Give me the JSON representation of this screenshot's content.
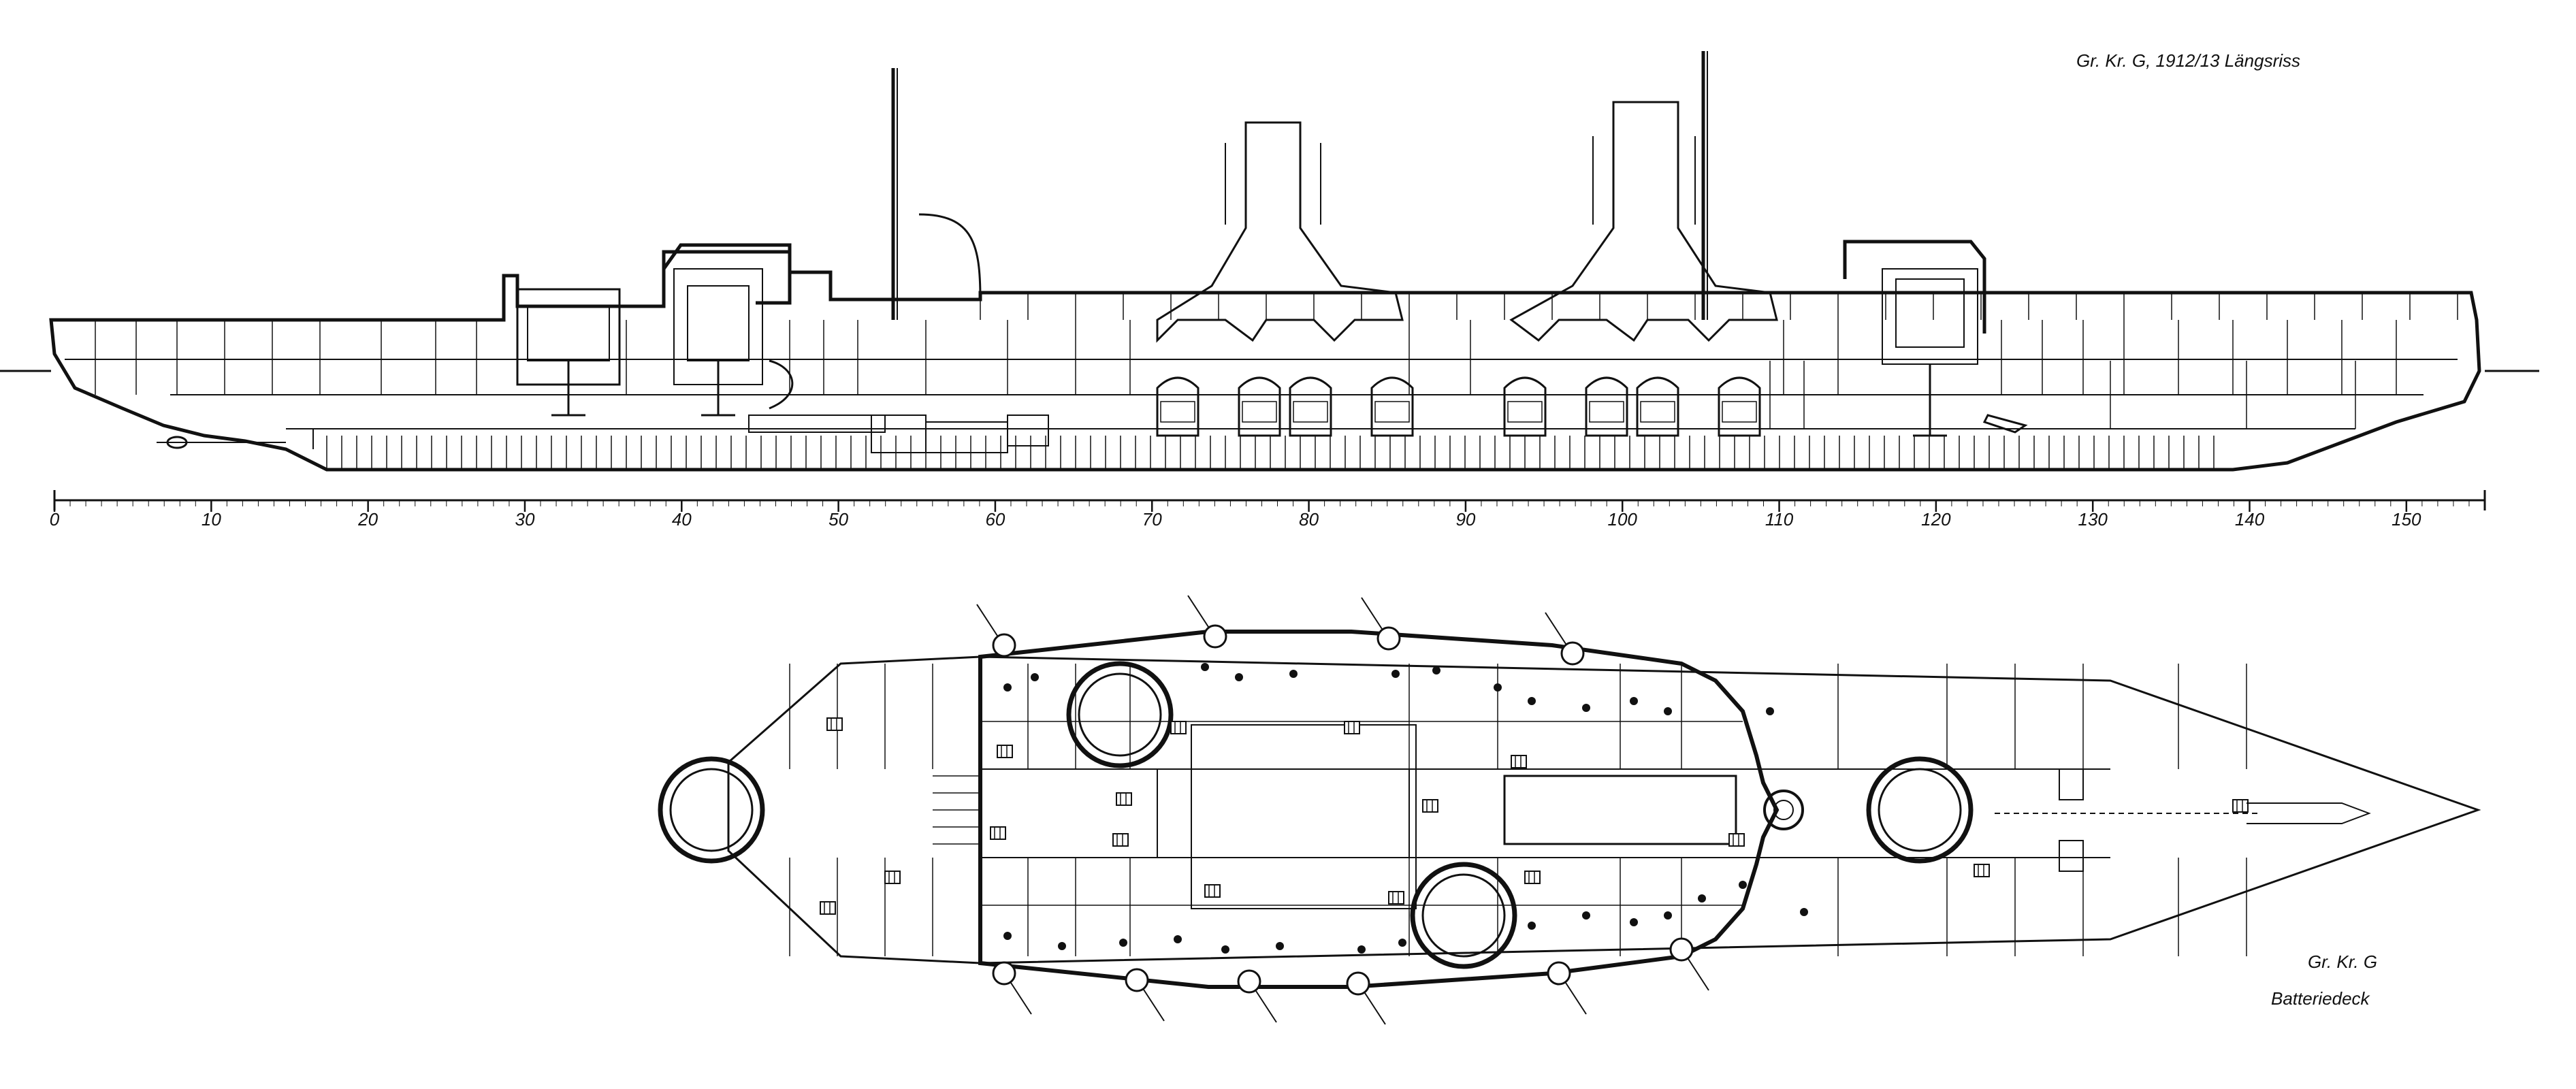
{
  "elevation": {
    "title": "Gr. Kr. G, 1912/13 Längsriss",
    "scale_ticks": [
      "0",
      "10",
      "20",
      "30",
      "40",
      "50",
      "60",
      "70",
      "80",
      "90",
      "100",
      "110",
      "120",
      "130",
      "140",
      "150"
    ]
  },
  "plan": {
    "title": "Gr. Kr. G",
    "subtitle": "Batteriedeck"
  },
  "colors": {
    "ink": "#111111",
    "paper": "#ffffff"
  }
}
